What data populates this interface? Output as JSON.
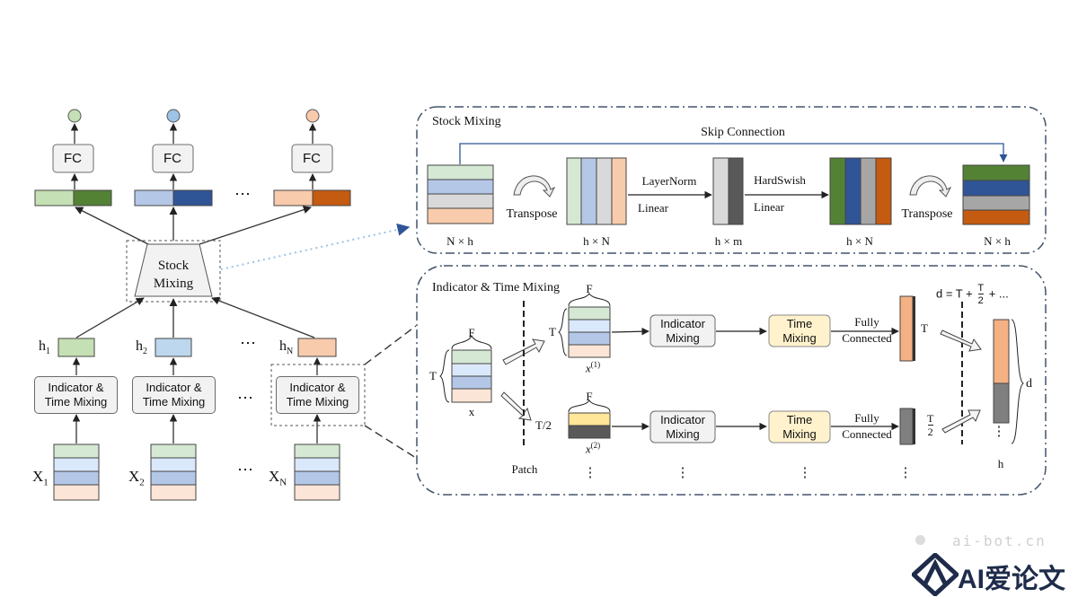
{
  "left": {
    "fc_labels": [
      "FC",
      "FC",
      "FC"
    ],
    "dots": "⋯",
    "stock_mixing": [
      "Stock",
      "Mixing"
    ],
    "hidden": [
      "h",
      "h",
      "h"
    ],
    "hidden_subs": [
      "1",
      "2",
      "N"
    ],
    "module": [
      "Indicator &",
      "Time Mixing"
    ],
    "inputs": [
      "X",
      "X",
      "X"
    ],
    "input_subs": [
      "1",
      "2",
      "N"
    ]
  },
  "stock_panel": {
    "title": "Stock Mixing",
    "skip": "Skip Connection",
    "transpose": "Transpose",
    "layernorm": "LayerNorm",
    "hardswish": "HardSwish",
    "linear": "Linear",
    "dims": [
      "N × h",
      "h × N",
      "h × m",
      "h × N",
      "N × h"
    ]
  },
  "itm_panel": {
    "title": "Indicator & Time Mixing",
    "F": "F",
    "T": "T",
    "x": "x",
    "T2": "T/2",
    "x1_base": "x",
    "x1_sup": "(1)",
    "x2_base": "x",
    "x2_sup": "(2)",
    "patch": "Patch",
    "indicator_mixing": [
      "Indicator",
      "Mixing"
    ],
    "time_mixing": [
      "Time",
      "Mixing"
    ],
    "fully_connected": [
      "Fully",
      "Connected"
    ],
    "half_num": "T",
    "half_den": "2",
    "d_eq": "d = T +",
    "d_frac_num": "T",
    "d_frac_den": "2",
    "d_tail": "+ ...",
    "d": "d",
    "h": "h",
    "vdots": "⋮"
  },
  "watermark": {
    "site": "ai-bot.cn",
    "logo": "AI爱论文"
  },
  "colors": {
    "green_light": "#d5e8d4",
    "green_dark": "#548235",
    "blue_light": "#b4c7e7",
    "blue_dark": "#2f5597",
    "orange_light": "#f8cbad",
    "orange_dark": "#c55a11",
    "gray": "#a6a6a6",
    "dark_gray": "#595959",
    "yellow": "#ffe699",
    "cream": "#fff2cc",
    "panel_border": "#44546a"
  }
}
